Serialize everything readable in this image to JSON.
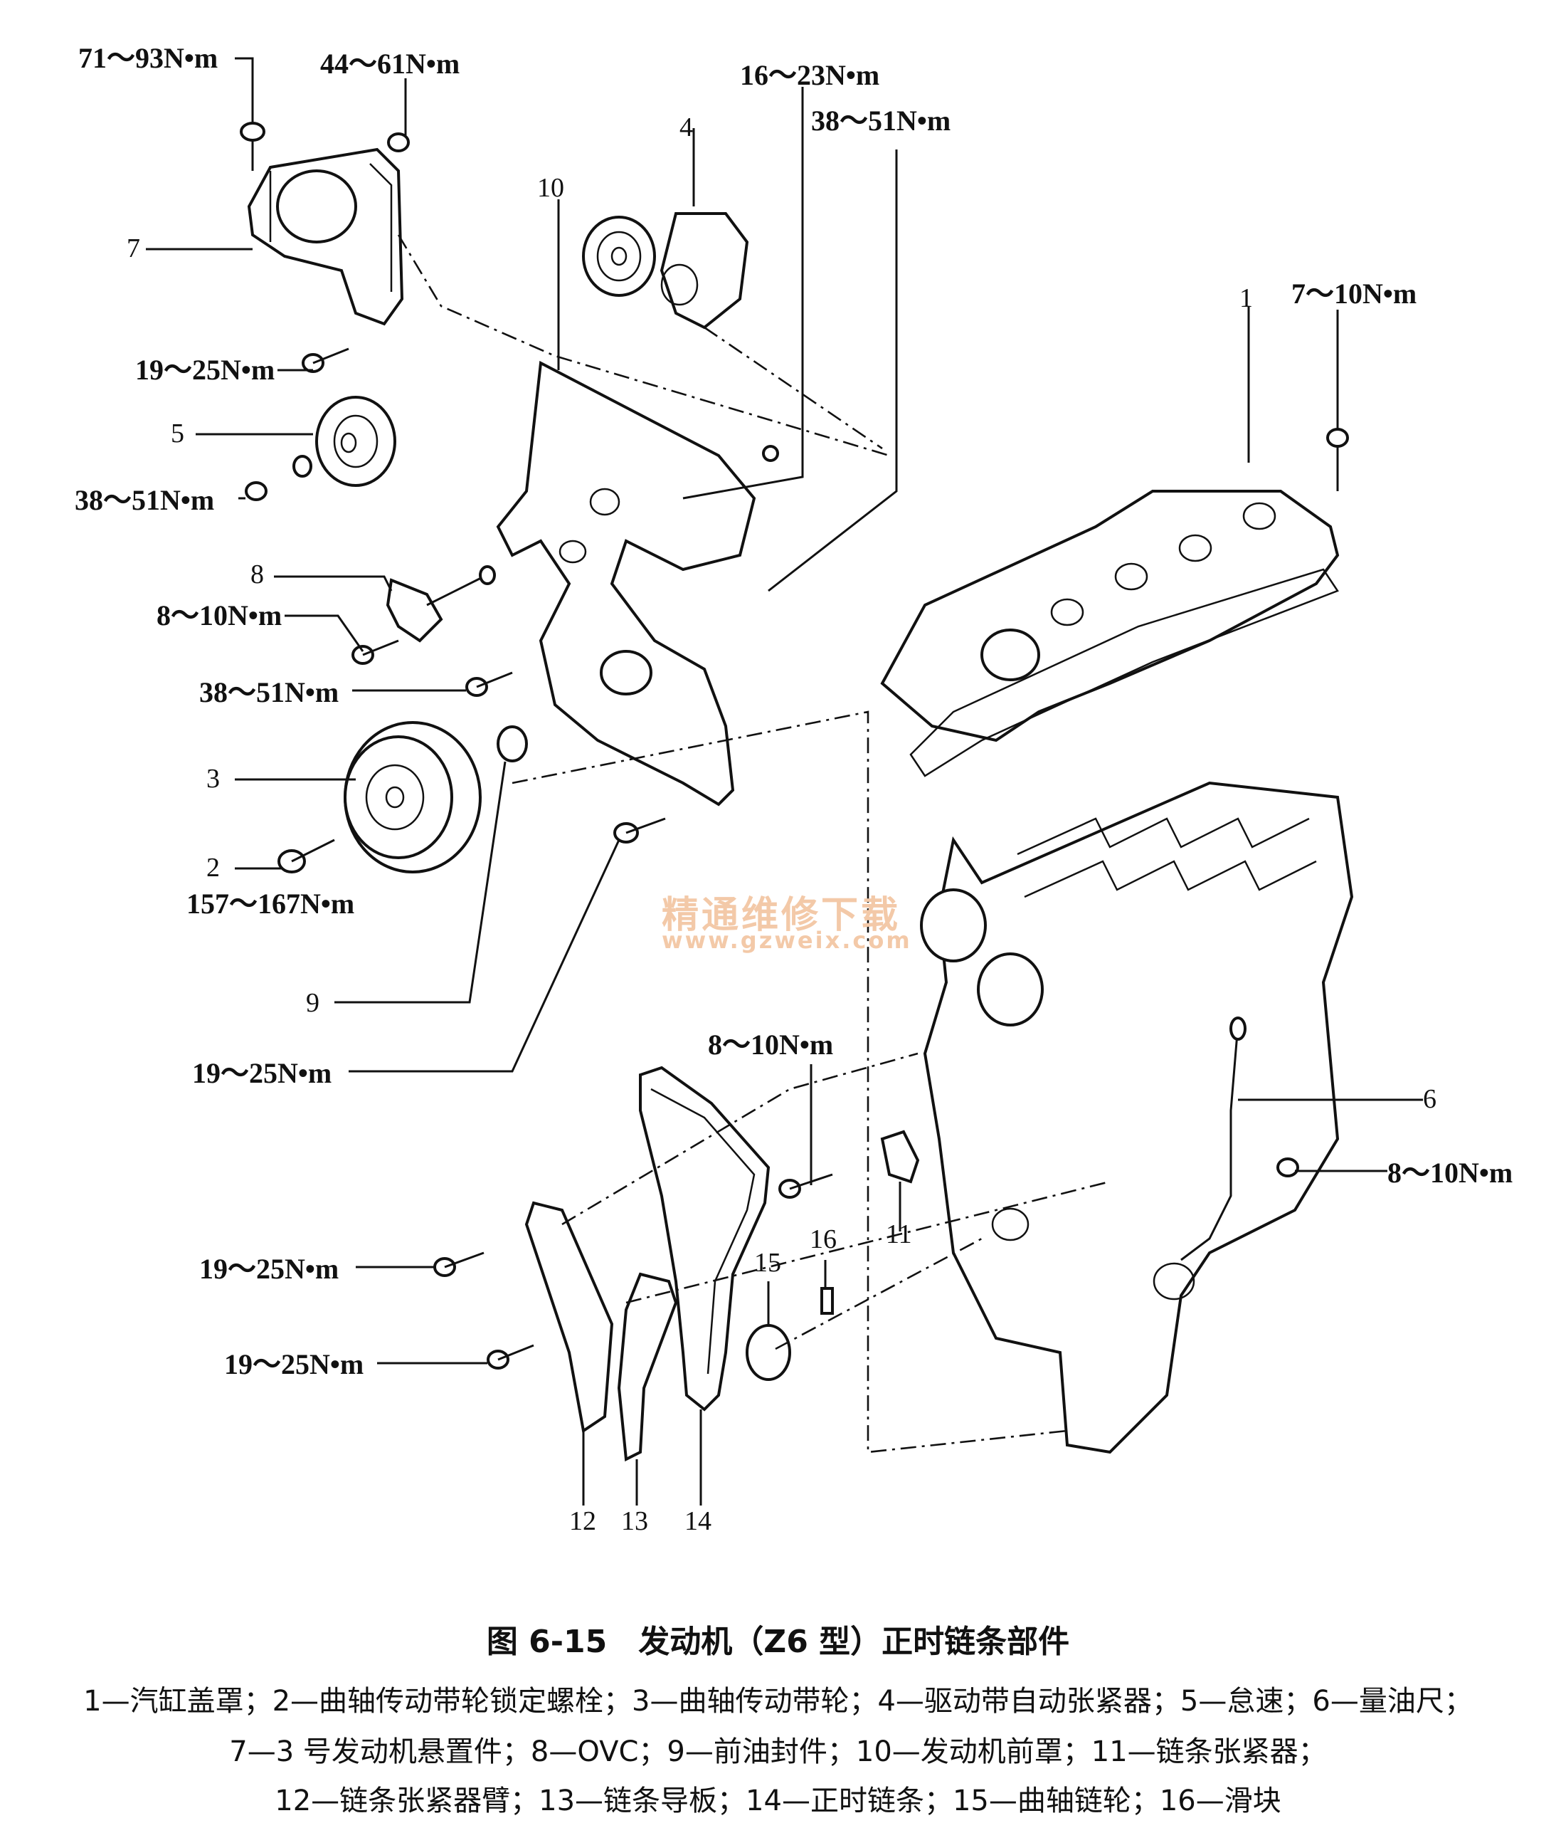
{
  "torques": {
    "t1": "71～93N•m",
    "t2": "44～61N•m",
    "t3": "16～23N•m",
    "t4": "38～51N•m",
    "t5": "19～25N•m",
    "t6": "38～51N•m",
    "t7": "8～10N•m",
    "t8": "38～51N•m",
    "t9": "157～167N•m",
    "t10": "19～25N•m",
    "t11": "7～10N•m",
    "t12": "8～10N•m",
    "t13": "8～10N•m",
    "t14": "19～25N•m",
    "t15": "19～25N•m"
  },
  "callouts": {
    "c1": "1",
    "c2": "2",
    "c3": "3",
    "c4": "4",
    "c5": "5",
    "c6": "6",
    "c7": "7",
    "c8": "8",
    "c9": "9",
    "c10": "10",
    "c11": "11",
    "c12": "12",
    "c13": "13",
    "c14": "14",
    "c15": "15",
    "c16": "16"
  },
  "watermark": {
    "cn": "精通维修下载",
    "url": "www.gzweix.com"
  },
  "caption": "图 6-15　发动机（Z6 型）正时链条部件",
  "legend": {
    "line1": "1—汽缸盖罩；2—曲轴传动带轮锁定螺栓；3—曲轴传动带轮；4—驱动带自动张紧器；5—怠速；6—量油尺；",
    "line2": "7—3 号发动机悬置件；8—OVC；9—前油封件；10—发动机前罩；11—链条张紧器；",
    "line3": "12—链条张紧器臂；13—链条导板；14—正时链条；15—曲轴链轮；16—滑块"
  }
}
